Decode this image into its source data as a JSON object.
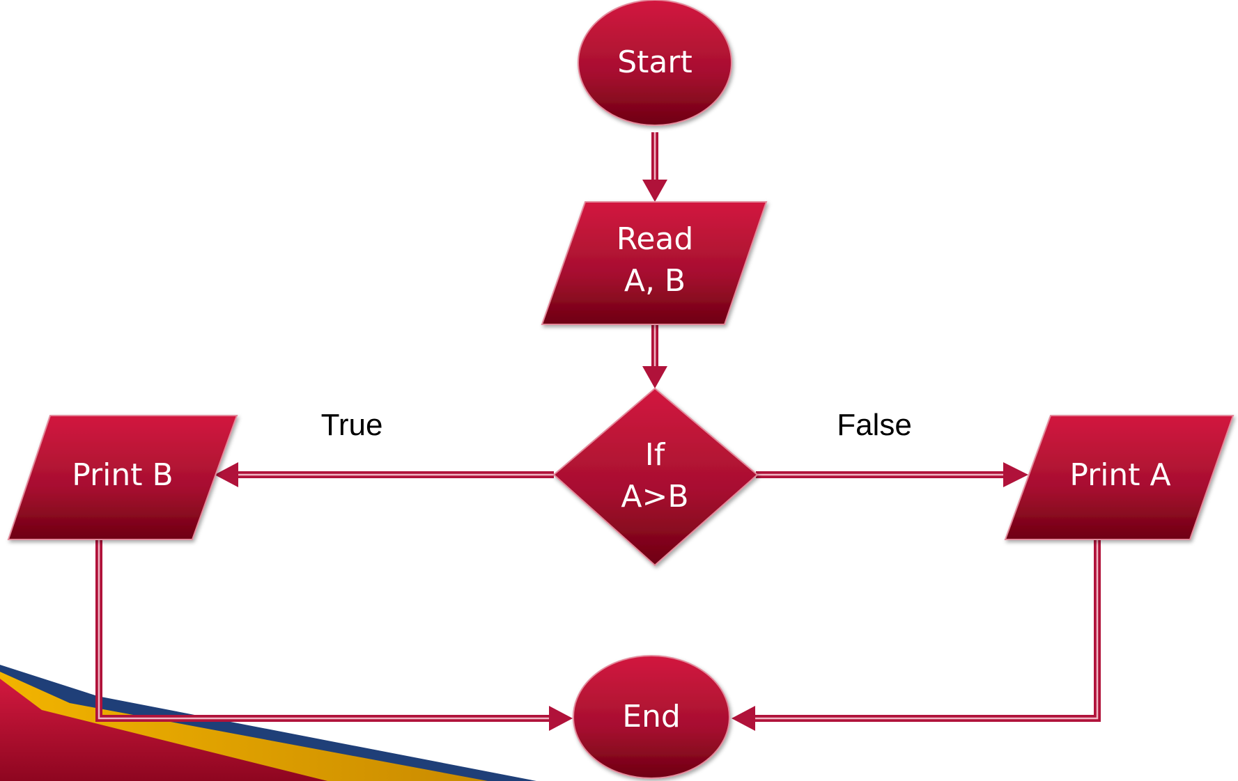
{
  "colors": {
    "node_top": "#d2193f",
    "node_bottom": "#6e0011",
    "connector": "#b0123a",
    "connector_light": "#f0b6c4",
    "band_red": "#c8102e",
    "band_gold": "#e0a100",
    "band_blue": "#1f3f78"
  },
  "nodes": {
    "start": {
      "label": "Start"
    },
    "read": {
      "line1": "Read",
      "line2": "A, B"
    },
    "decision": {
      "line1": "If",
      "line2": "A>B"
    },
    "print_b": {
      "label": "Print B"
    },
    "print_a": {
      "label": "Print A"
    },
    "end": {
      "label": "End"
    }
  },
  "edges": {
    "true_label": "True",
    "false_label": "False"
  }
}
